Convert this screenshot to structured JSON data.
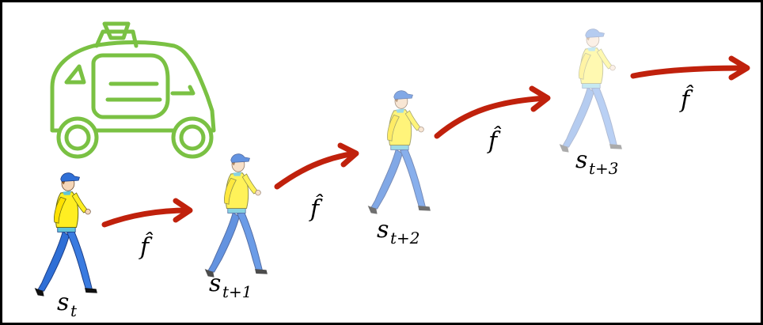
{
  "states": [
    {
      "symbol": "s",
      "subscript": "t"
    },
    {
      "symbol": "s",
      "subscript": "t+1"
    },
    {
      "symbol": "s",
      "subscript": "t+2"
    },
    {
      "symbol": "s",
      "subscript": "t+3"
    }
  ],
  "transition": {
    "symbol": "f̂"
  },
  "colors": {
    "car_outline": "#7ac143",
    "arrow": "#c0210c",
    "shirt": "#ffee22",
    "pants": "#2f6fd6",
    "cap": "#2f6fd6",
    "frame": "#000000"
  },
  "icons": [
    "autonomous-car-icon",
    "pedestrian-icon"
  ]
}
